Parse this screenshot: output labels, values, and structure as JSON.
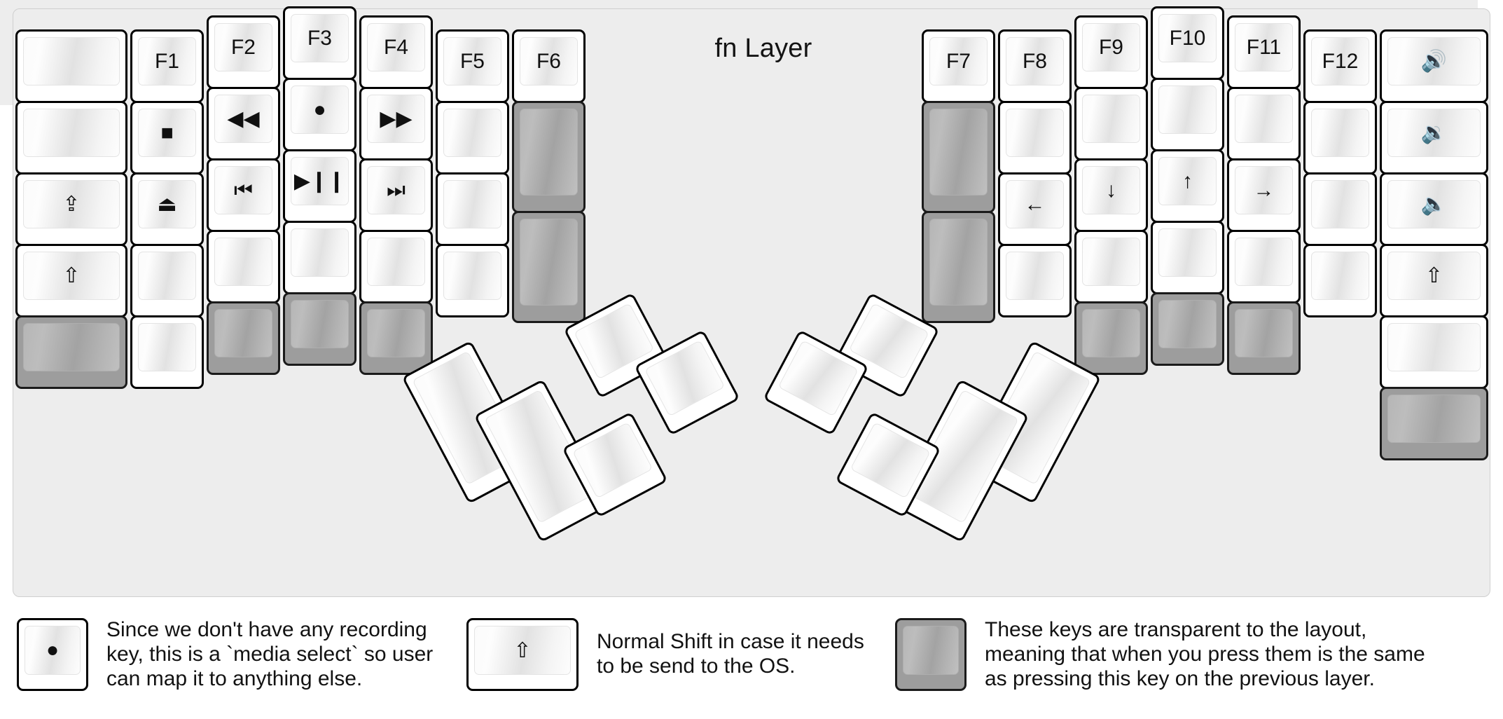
{
  "title": "fn Layer",
  "colors": {
    "panel_bg": "#ededed",
    "key_fill": "#ffffff",
    "key_border": "#000000",
    "transparent_key": "#9d9d9d",
    "text": "#101010"
  },
  "glyphs": {
    "stop": "■",
    "record": "●",
    "eject": "⏏",
    "rewind": "◀◀",
    "fast_forward": "▶▶",
    "prev_track": "⏮",
    "play_pause": "▶❙❙",
    "next_track": "⏭",
    "caps_lock": "⇪",
    "shift": "⇧",
    "arrow_left": "←",
    "arrow_down": "↓",
    "arrow_up": "↑",
    "arrow_right": "→",
    "volume_up": "🔊",
    "volume_down": "🔉",
    "mute": "🔈"
  },
  "left_half": {
    "name": "left-key-cluster",
    "columns": [
      {
        "name": "col-pinky-outer",
        "keys": [
          {
            "label": "",
            "kind": "blank",
            "icon": ""
          },
          {
            "label": "",
            "kind": "blank",
            "icon": ""
          },
          {
            "label": "⇪",
            "kind": "glyph",
            "icon": "caps-lock-icon"
          },
          {
            "label": "⇧",
            "kind": "glyph",
            "icon": "shift-icon"
          },
          {
            "label": "",
            "kind": "transparent",
            "icon": ""
          }
        ]
      },
      {
        "name": "col-pinky",
        "keys": [
          {
            "label": "F1",
            "kind": "text",
            "icon": ""
          },
          {
            "label": "■",
            "kind": "glyph",
            "icon": "stop-icon"
          },
          {
            "label": "⏏",
            "kind": "glyph",
            "icon": "eject-icon"
          },
          {
            "label": "",
            "kind": "blank",
            "icon": ""
          },
          {
            "label": "",
            "kind": "blank",
            "icon": ""
          }
        ]
      },
      {
        "name": "col-ring",
        "keys": [
          {
            "label": "F2",
            "kind": "text",
            "icon": ""
          },
          {
            "label": "◀◀",
            "kind": "glyph",
            "icon": "rewind-icon"
          },
          {
            "label": "⏮",
            "kind": "glyph",
            "icon": "previous-track-icon"
          },
          {
            "label": "",
            "kind": "blank",
            "icon": ""
          },
          {
            "label": "",
            "kind": "transparent",
            "icon": ""
          }
        ]
      },
      {
        "name": "col-middle",
        "keys": [
          {
            "label": "F3",
            "kind": "text",
            "icon": ""
          },
          {
            "label": "●",
            "kind": "glyph",
            "icon": "record-icon"
          },
          {
            "label": "▶❙❙",
            "kind": "glyph",
            "icon": "play-pause-icon"
          },
          {
            "label": "",
            "kind": "blank",
            "icon": ""
          },
          {
            "label": "",
            "kind": "transparent",
            "icon": ""
          }
        ]
      },
      {
        "name": "col-index",
        "keys": [
          {
            "label": "F4",
            "kind": "text",
            "icon": ""
          },
          {
            "label": "▶▶",
            "kind": "glyph",
            "icon": "fast-forward-icon"
          },
          {
            "label": "⏭",
            "kind": "glyph",
            "icon": "next-track-icon"
          },
          {
            "label": "",
            "kind": "blank",
            "icon": ""
          },
          {
            "label": "",
            "kind": "transparent",
            "icon": ""
          }
        ]
      },
      {
        "name": "col-index-inner",
        "keys": [
          {
            "label": "F5",
            "kind": "text",
            "icon": ""
          },
          {
            "label": "",
            "kind": "blank",
            "icon": ""
          },
          {
            "label": "",
            "kind": "blank",
            "icon": ""
          },
          {
            "label": "",
            "kind": "blank",
            "icon": ""
          }
        ]
      },
      {
        "name": "col-inner-most",
        "keys": [
          {
            "label": "F6",
            "kind": "text",
            "icon": ""
          },
          {
            "label": "",
            "kind": "transparent",
            "icon": ""
          },
          {
            "label": "",
            "kind": "transparent",
            "icon": ""
          }
        ]
      }
    ]
  },
  "right_half": {
    "name": "right-key-cluster",
    "columns": [
      {
        "name": "col-inner-most",
        "keys": [
          {
            "label": "F7",
            "kind": "text",
            "icon": ""
          },
          {
            "label": "",
            "kind": "transparent",
            "icon": ""
          },
          {
            "label": "",
            "kind": "transparent",
            "icon": ""
          }
        ]
      },
      {
        "name": "col-index-inner",
        "keys": [
          {
            "label": "F8",
            "kind": "text",
            "icon": ""
          },
          {
            "label": "",
            "kind": "blank",
            "icon": ""
          },
          {
            "label": "←",
            "kind": "glyph",
            "icon": "arrow-left-icon"
          },
          {
            "label": "",
            "kind": "blank",
            "icon": ""
          }
        ]
      },
      {
        "name": "col-index",
        "keys": [
          {
            "label": "F9",
            "kind": "text",
            "icon": ""
          },
          {
            "label": "",
            "kind": "blank",
            "icon": ""
          },
          {
            "label": "↓",
            "kind": "glyph",
            "icon": "arrow-down-icon"
          },
          {
            "label": "",
            "kind": "blank",
            "icon": ""
          },
          {
            "label": "",
            "kind": "transparent",
            "icon": ""
          }
        ]
      },
      {
        "name": "col-middle",
        "keys": [
          {
            "label": "F10",
            "kind": "text",
            "icon": ""
          },
          {
            "label": "",
            "kind": "blank",
            "icon": ""
          },
          {
            "label": "↑",
            "kind": "glyph",
            "icon": "arrow-up-icon"
          },
          {
            "label": "",
            "kind": "blank",
            "icon": ""
          },
          {
            "label": "",
            "kind": "transparent",
            "icon": ""
          }
        ]
      },
      {
        "name": "col-ring",
        "keys": [
          {
            "label": "F11",
            "kind": "text",
            "icon": ""
          },
          {
            "label": "",
            "kind": "blank",
            "icon": ""
          },
          {
            "label": "→",
            "kind": "glyph",
            "icon": "arrow-right-icon"
          },
          {
            "label": "",
            "kind": "blank",
            "icon": ""
          },
          {
            "label": "",
            "kind": "transparent",
            "icon": ""
          }
        ]
      },
      {
        "name": "col-pinky",
        "keys": [
          {
            "label": "F12",
            "kind": "text",
            "icon": ""
          },
          {
            "label": "",
            "kind": "blank",
            "icon": ""
          },
          {
            "label": "",
            "kind": "blank",
            "icon": ""
          },
          {
            "label": "",
            "kind": "blank",
            "icon": ""
          }
        ]
      },
      {
        "name": "col-pinky-outer",
        "keys": [
          {
            "label": "🔊",
            "kind": "glyph",
            "icon": "volume-up-icon"
          },
          {
            "label": "🔉",
            "kind": "glyph",
            "icon": "volume-down-icon"
          },
          {
            "label": "🔈",
            "kind": "glyph",
            "icon": "mute-icon"
          },
          {
            "label": "⇧",
            "kind": "glyph",
            "icon": "shift-icon"
          },
          {
            "label": "",
            "kind": "blank",
            "icon": ""
          },
          {
            "label": "",
            "kind": "transparent",
            "icon": ""
          }
        ]
      }
    ]
  },
  "thumb_clusters": {
    "left": {
      "name": "left-thumb-cluster",
      "key_count": 5
    },
    "right": {
      "name": "right-thumb-cluster",
      "key_count": 5
    }
  },
  "legend": [
    {
      "name": "legend-record-key",
      "key_label": "●",
      "key_icon": "record-icon",
      "key_kind": "glyph",
      "text": "Since we don't have any recording\nkey, this is a `media select` so user\ncan map it to anything else."
    },
    {
      "name": "legend-shift-key",
      "key_label": "⇧",
      "key_icon": "shift-icon",
      "key_kind": "glyph",
      "text": "Normal Shift in case it needs\nto be send to the OS."
    },
    {
      "name": "legend-transparent-key",
      "key_label": "",
      "key_icon": "",
      "key_kind": "transparent",
      "text": "These keys are transparent to the layout,\nmeaning that when you press them is the same\nas pressing this key on the previous layer."
    }
  ]
}
